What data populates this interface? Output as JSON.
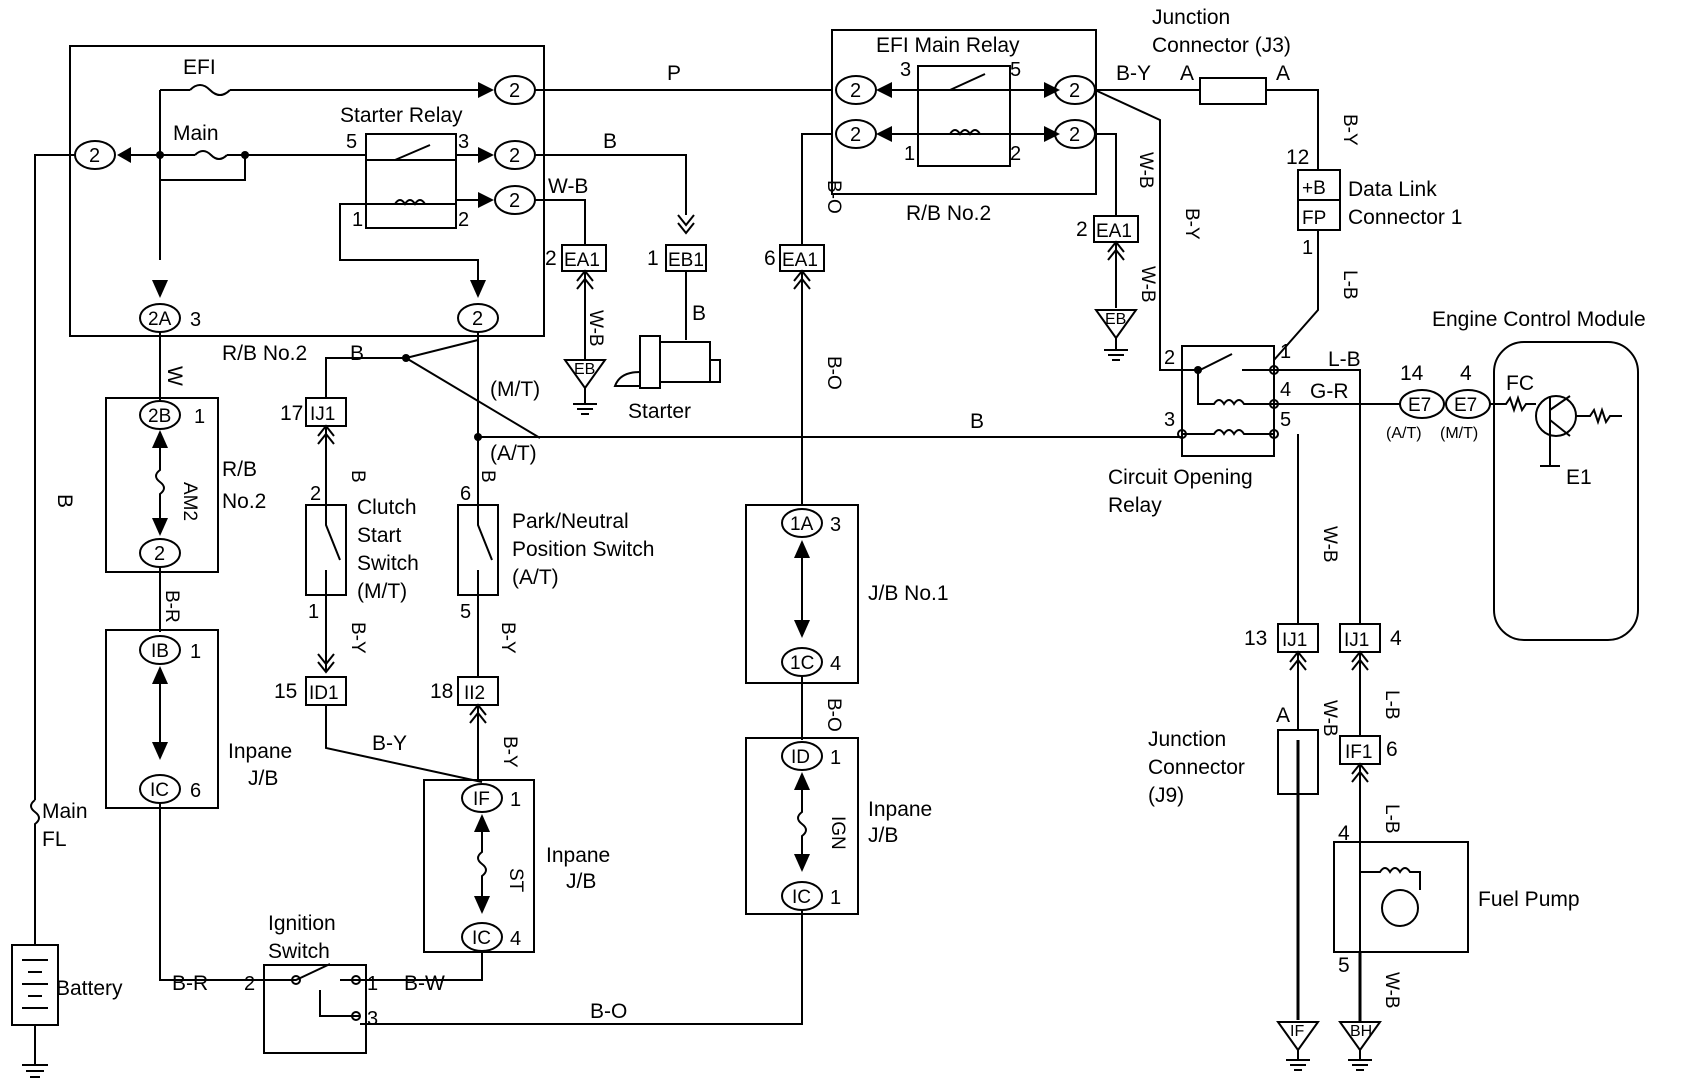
{
  "labels": {
    "efi": "EFI",
    "main": "Main",
    "starter_relay": "Starter Relay",
    "rb_no2_top": "R/B No.2",
    "efi_main_relay": "EFI Main Relay",
    "rb_no2_efi": "R/B No.2",
    "junction_connector_j3_l1": "Junction",
    "junction_connector_j3_l2": "Connector (J3)",
    "data_link_l1": "Data Link",
    "data_link_l2": "Connector 1",
    "data_link_b": "+B",
    "data_link_fp": "FP",
    "ecm": "Engine Control Module",
    "fc": "FC",
    "e1": "E1",
    "at": "(A/T)",
    "mt": "(M/T)",
    "circuit_opening_l1": "Circuit Opening",
    "circuit_opening_l2": "Relay",
    "starter": "Starter",
    "rb_no2_am2_l1": "R/B",
    "rb_no2_am2_l2": "No.2",
    "am2": "AM2",
    "clutch_l1": "Clutch",
    "clutch_l2": "Start",
    "clutch_l3": "Switch",
    "clutch_l4": "(M/T)",
    "pn_l1": "Park/Neutral",
    "pn_l2": "Position Switch",
    "pn_l3": "(A/T)",
    "jb_no1": "J/B No.1",
    "inpane_jb_l1": "Inpane",
    "inpane_jb_l2": "J/B",
    "st": "ST",
    "ign": "IGN",
    "junction_j9_l1": "Junction",
    "junction_j9_l2": "Connector",
    "junction_j9_l3": "(J9)",
    "fuel_pump": "Fuel Pump",
    "ignition_l1": "Ignition",
    "ignition_l2": "Switch",
    "battery": "Battery",
    "main_fl_l1": "Main",
    "main_fl_l2": "FL",
    "mt_paren": "(M/T)",
    "at_paren": "(A/T)"
  },
  "wires": {
    "p": "P",
    "b": "B",
    "wb": "W-B",
    "by": "B-Y",
    "bo": "B-O",
    "w": "W",
    "br": "B-R",
    "bw": "B-W",
    "lb": "L-B",
    "gr": "G-R"
  },
  "connectors": {
    "c2": "2",
    "c2a": "2A",
    "c2b": "2B",
    "cib": "IB",
    "cic": "IC",
    "cif": "IF",
    "c1a": "1A",
    "c1c": "1C",
    "cid": "ID",
    "ea1": "EA1",
    "eb1": "EB1",
    "ij1": "IJ1",
    "id1": "ID1",
    "ii2": "II2",
    "if1": "IF1",
    "e7": "E7",
    "eb_gnd": "EB",
    "if_gnd": "IF",
    "bh_gnd": "BH",
    "a": "A"
  },
  "pins": {
    "p1": "1",
    "p2": "2",
    "p3": "3",
    "p4": "4",
    "p5": "5",
    "p6": "6",
    "p12": "12",
    "p13": "13",
    "p14": "14",
    "p15": "15",
    "p17": "17",
    "p18": "18"
  }
}
